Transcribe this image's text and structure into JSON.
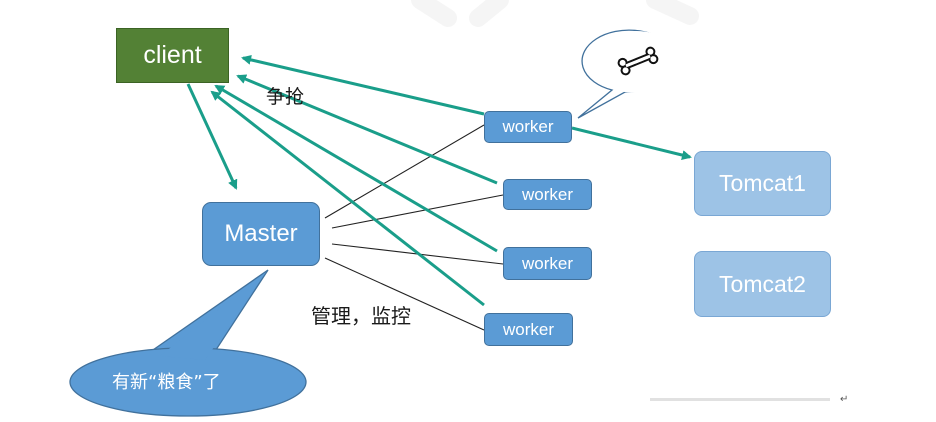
{
  "nodes": {
    "client": "client",
    "master": "Master",
    "workers": [
      "worker",
      "worker",
      "worker",
      "worker"
    ],
    "tomcats": [
      "Tomcat1",
      "Tomcat2"
    ]
  },
  "labels": {
    "grab": "争抢",
    "manage": "管理，监控",
    "new_food": "有新“粮食”了"
  },
  "icons": {
    "bone": "bone-icon"
  },
  "colors": {
    "client_fill": "#538135",
    "node_fill": "#5b9bd5",
    "tomcat_fill": "#9dc3e6",
    "arrow": "#1a9e8a",
    "line": "#222222"
  }
}
